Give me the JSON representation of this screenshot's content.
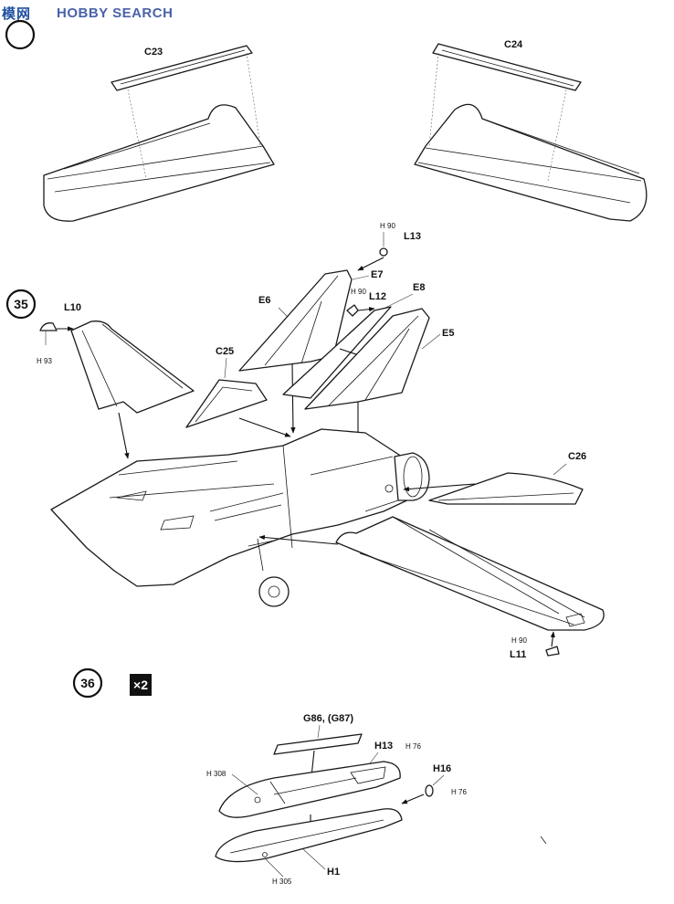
{
  "watermark": {
    "hanzi": "模",
    "hanzi2": "网",
    "text": "HOBBY SEARCH"
  },
  "steps": [
    {
      "number": "35"
    },
    {
      "number": "36",
      "quantity": "×2"
    }
  ],
  "parts": {
    "c23": "C23",
    "c24": "C24",
    "c25": "C25",
    "c26": "C26",
    "l10": "L10",
    "l11": "L11",
    "l12": "L12",
    "l13": "L13",
    "e5": "E5",
    "e6": "E6",
    "e7": "E7",
    "e8": "E8",
    "g86": "G86, (G87)",
    "h13": "H13",
    "h16": "H16",
    "h1": "H1"
  },
  "glue_marks": {
    "h93": "H 93",
    "h90_a": "H 90",
    "h90_b": "H 90",
    "h90_c": "H 90",
    "h76_a": "H 76",
    "h76_b": "H 76",
    "h308": "H 308",
    "h305": "H 305"
  }
}
